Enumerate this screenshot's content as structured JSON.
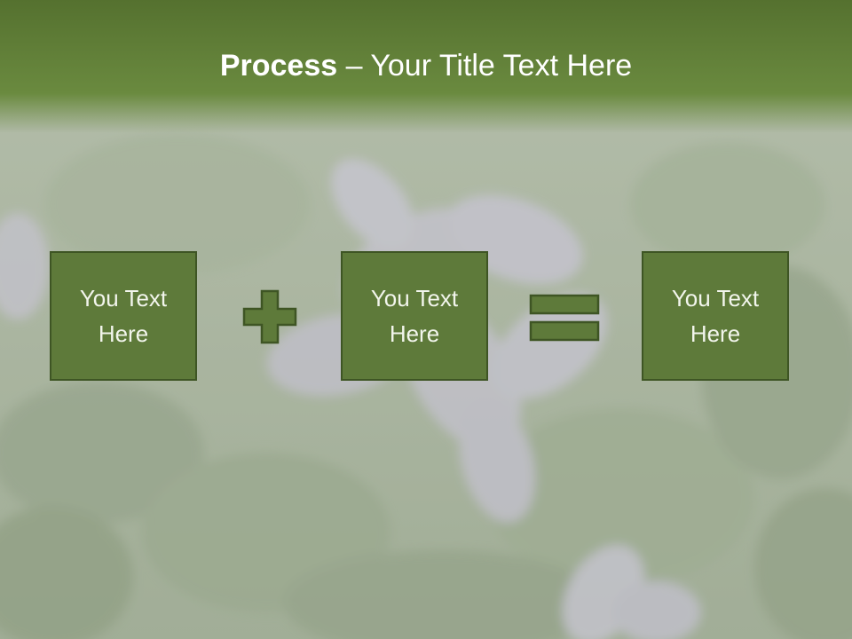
{
  "slide": {
    "title_bold": "Process",
    "title_rest": " – Your Title Text Here",
    "boxes": [
      {
        "label": "You Text Here"
      },
      {
        "label": "You Text Here"
      },
      {
        "label": "You Text Here"
      }
    ],
    "operators": [
      "plus-icon",
      "equals-icon"
    ]
  },
  "colors": {
    "header_green": "#5a7633",
    "box_fill": "#5e7a3a",
    "box_border": "#3e5524",
    "text_white": "#ffffff"
  }
}
